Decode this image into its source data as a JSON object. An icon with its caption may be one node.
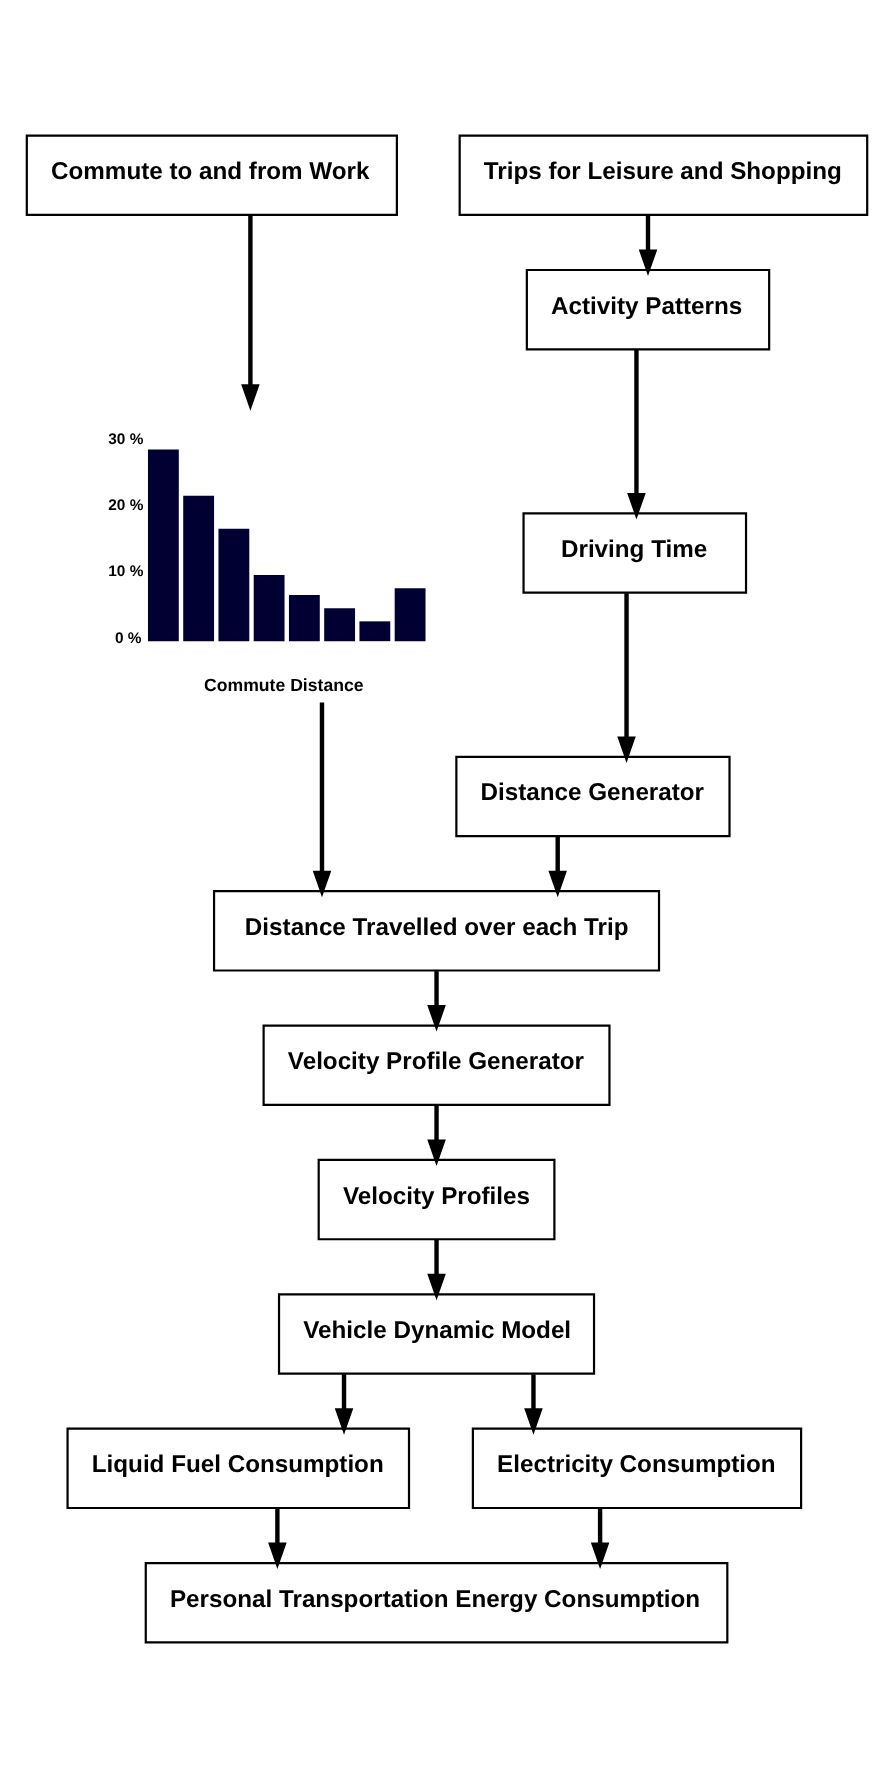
{
  "diagram": {
    "nodes": [
      {
        "text": [
          "Commute to and from Work"
        ]
      },
      {
        "text": [
          "Trips for Leisure and Shopping"
        ]
      },
      {
        "text": [],
        "shape": "picture"
      },
      {
        "text": [
          "Activity Patterns"
        ]
      },
      {
        "text": [
          "Driving Time"
        ]
      },
      {
        "text": [
          "Distance Generator"
        ]
      },
      {
        "text": [
          "Distance Travelled over each Trip"
        ]
      },
      {
        "text": [
          "Velocity Profile Generator"
        ]
      },
      {
        "text": [
          "Velocity Profiles"
        ]
      },
      {
        "text": [
          "Vehicle Dynamic Model"
        ]
      },
      {
        "text": [
          "Liquid Fuel Consumption"
        ]
      },
      {
        "text": [
          "Electricity Consumption"
        ]
      },
      {
        "text": [
          "Personal Transportation Energy Consumption"
        ]
      }
    ],
    "edges": [
      {
        "from": 0,
        "to": 2,
        "arrow": "to"
      },
      {
        "from": 1,
        "to": 3,
        "arrow": "to"
      },
      {
        "from": 3,
        "to": 4,
        "arrow": "to"
      },
      {
        "from": 4,
        "to": 5,
        "arrow": "to"
      },
      {
        "from": 2,
        "to": 6,
        "arrow": "to"
      },
      {
        "from": 5,
        "to": 6,
        "arrow": "to"
      },
      {
        "from": 6,
        "to": 7,
        "arrow": "to"
      },
      {
        "from": 7,
        "to": 8,
        "arrow": "to"
      },
      {
        "from": 8,
        "to": 9,
        "arrow": "to"
      },
      {
        "from": 9,
        "to": 10,
        "arrow": "to"
      },
      {
        "from": 9,
        "to": 11,
        "arrow": "to"
      },
      {
        "from": 10,
        "to": 12,
        "arrow": "to"
      },
      {
        "from": 11,
        "to": 12,
        "arrow": "to"
      }
    ],
    "chart_data": {
      "type": "bar",
      "xlabel": "Commute Distance",
      "series": [
        {
          "color": "#000033",
          "values": [
            29,
            22,
            17,
            10,
            7,
            5,
            3,
            8
          ]
        }
      ],
      "ylim": [
        0,
        30
      ],
      "yticks": [
        {
          "value": 0,
          "label": "0 %"
        },
        {
          "value": 10,
          "label": "10 %"
        },
        {
          "value": 20,
          "label": "20 %"
        },
        {
          "value": 30,
          "label": "30 %"
        }
      ]
    }
  }
}
